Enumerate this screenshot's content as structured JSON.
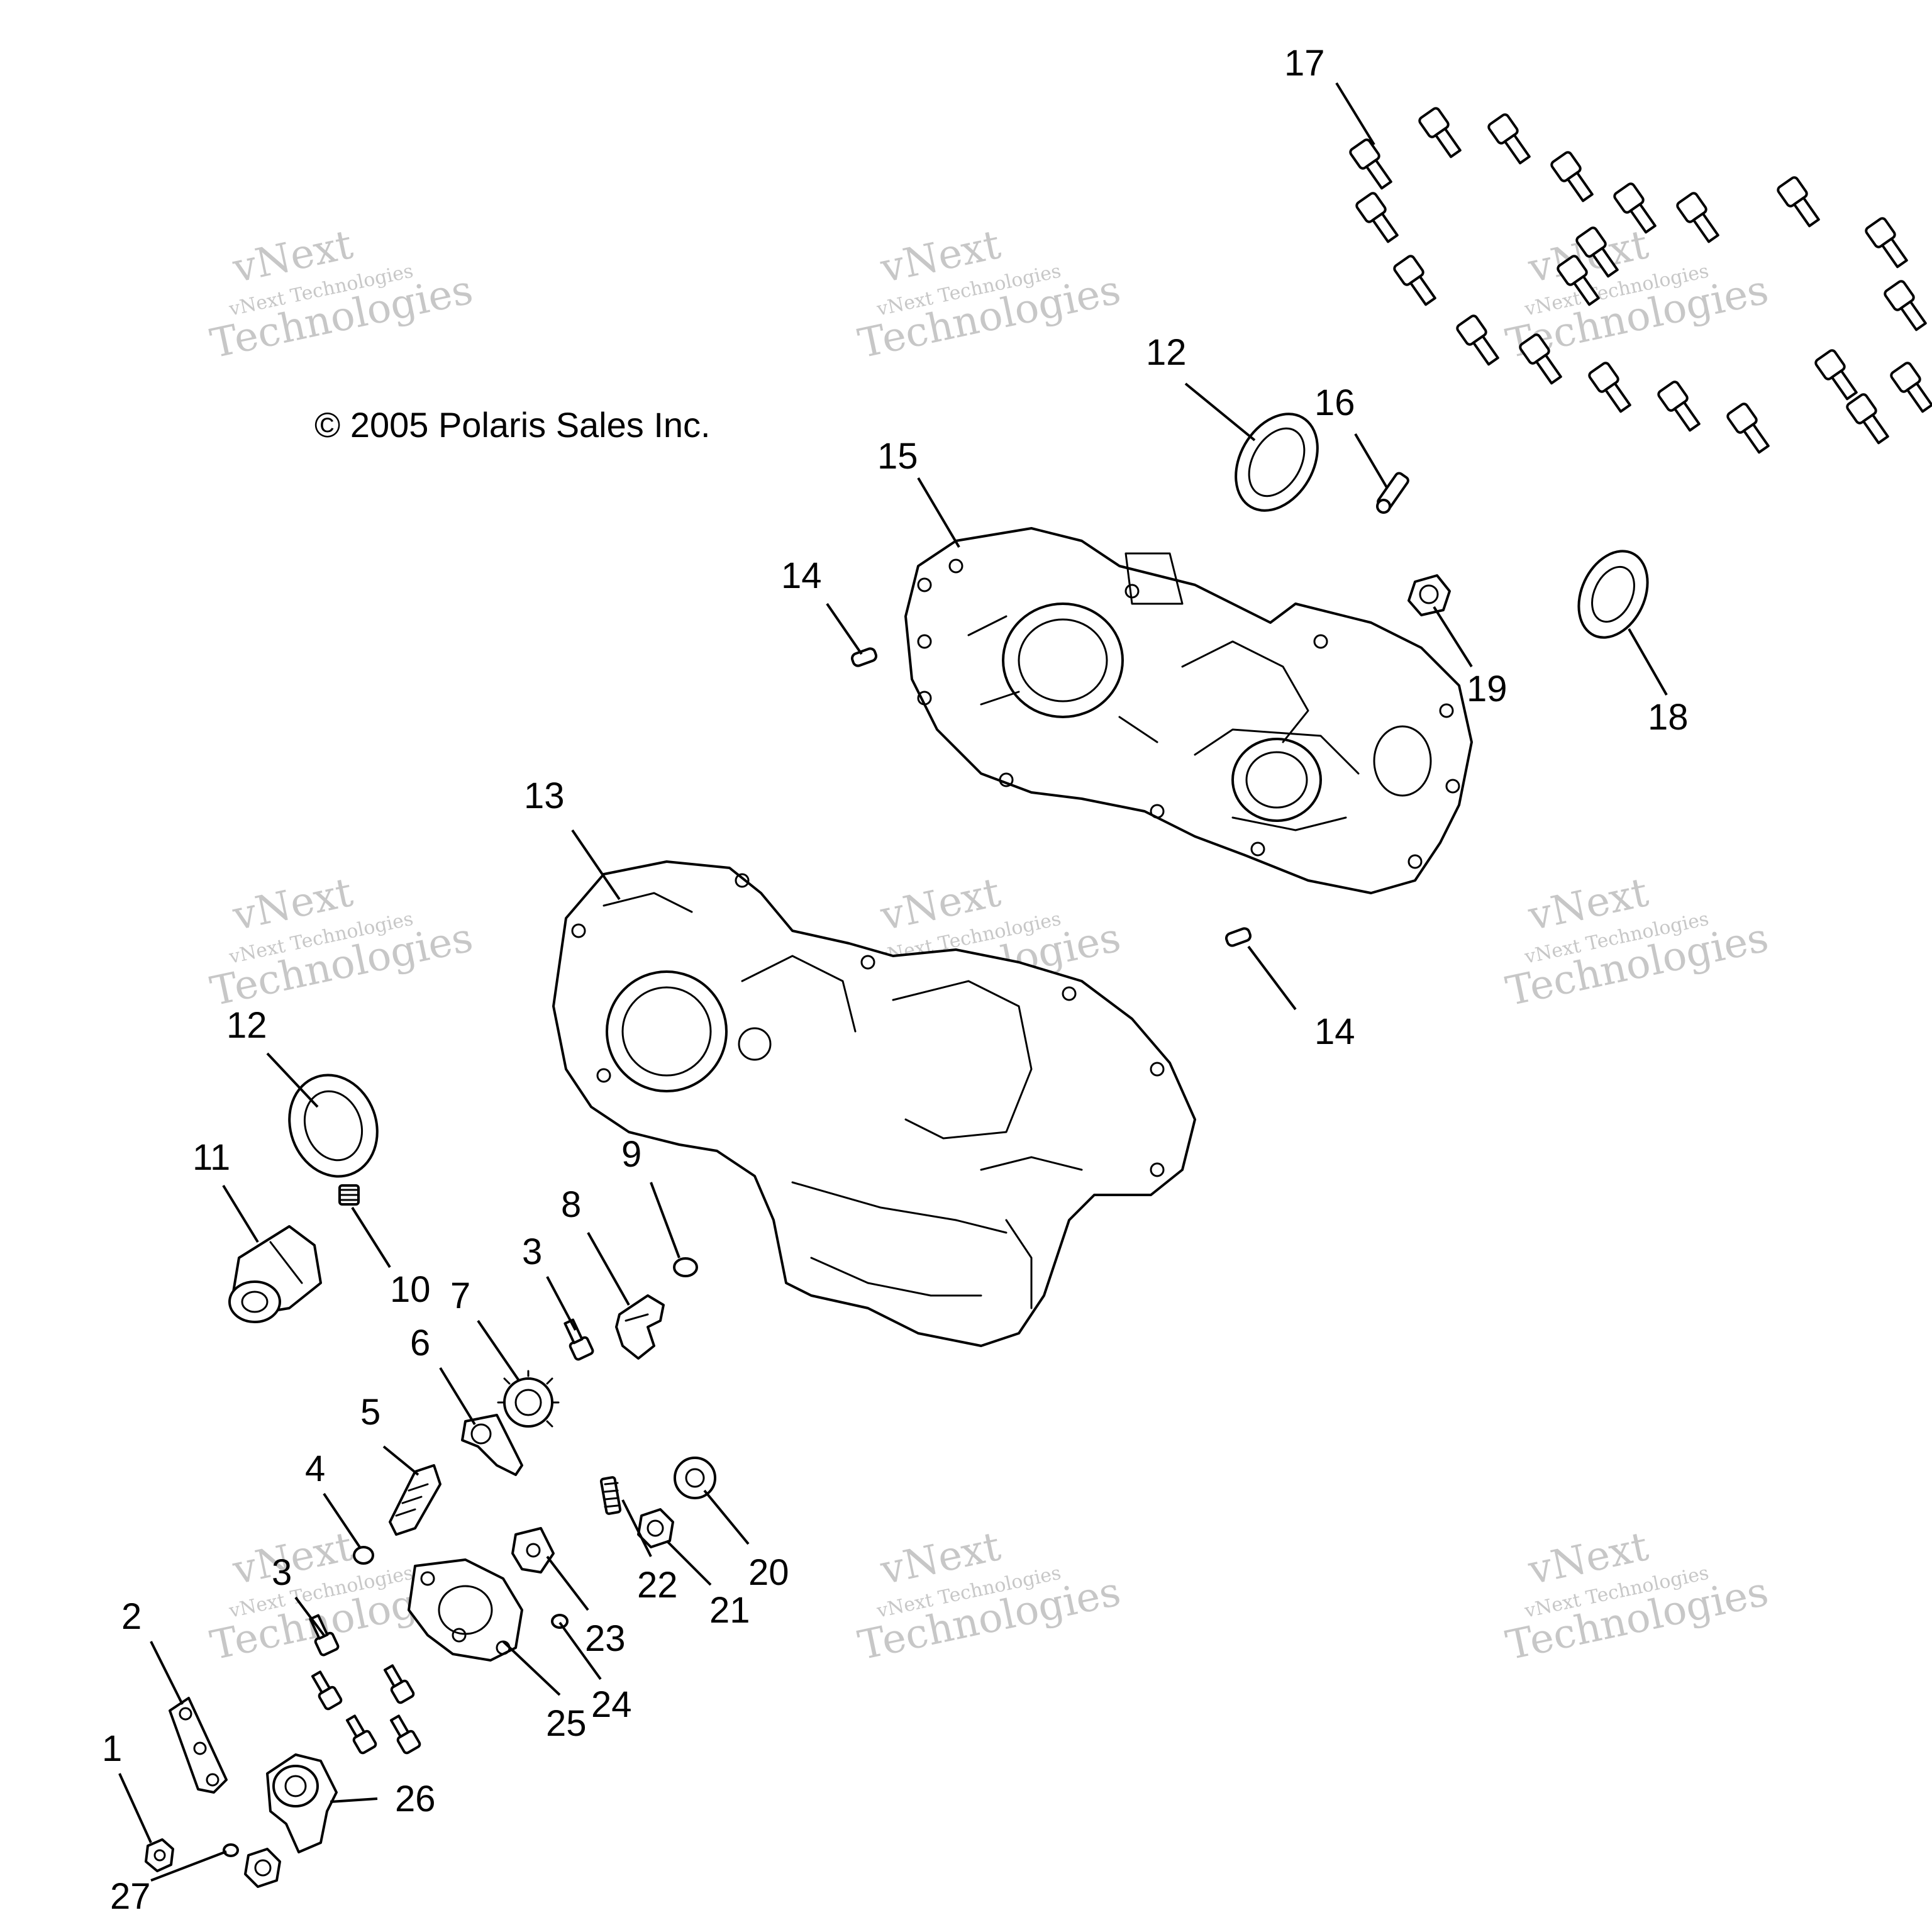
{
  "copyright": "© 2005 Polaris Sales Inc.",
  "watermark": {
    "line_small": "vNext Technologies",
    "line_big_1": "vNext",
    "line_big_2": "Technologies"
  },
  "callouts": {
    "c1": "1",
    "c2": "2",
    "c3a": "3",
    "c3b": "3",
    "c4": "4",
    "c5": "5",
    "c6": "6",
    "c7": "7",
    "c8": "8",
    "c9": "9",
    "c10": "10",
    "c11": "11",
    "c12a": "12",
    "c12b": "12",
    "c13": "13",
    "c14a": "14",
    "c14b": "14",
    "c15": "15",
    "c16": "16",
    "c17": "17",
    "c18": "18",
    "c19": "19",
    "c20": "20",
    "c21": "21",
    "c22": "22",
    "c23": "23",
    "c24": "24",
    "c25": "25",
    "c26": "26",
    "c27": "27"
  },
  "colors": {
    "line": "#000000",
    "watermark": "#9a9a9a",
    "background": "#ffffff"
  }
}
